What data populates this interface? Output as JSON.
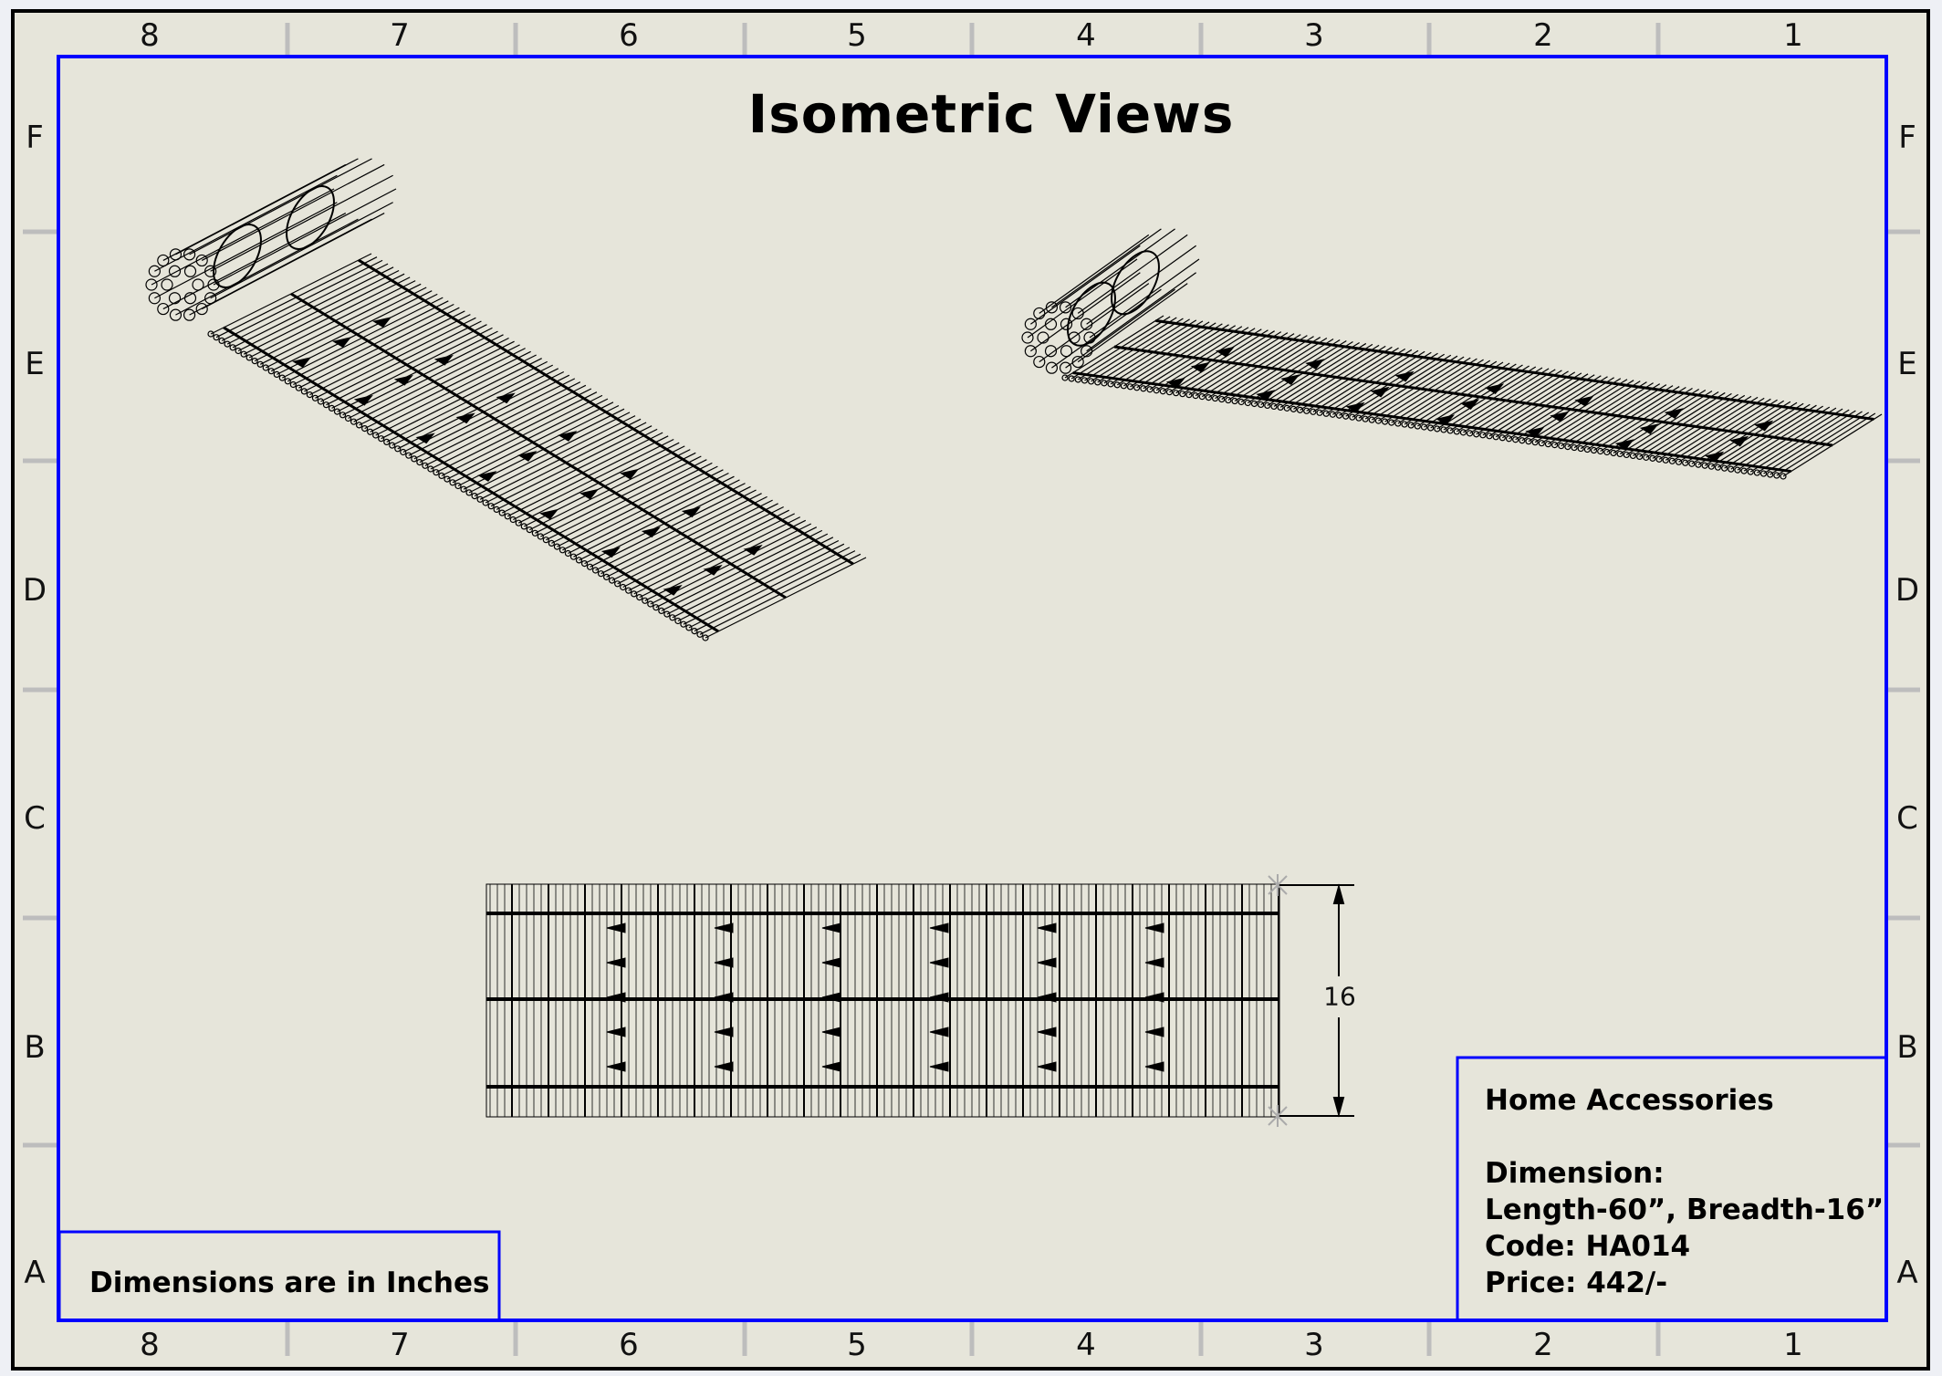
{
  "sheet": {
    "columns": [
      "8",
      "7",
      "6",
      "5",
      "4",
      "3",
      "2",
      "1"
    ],
    "rows": [
      "F",
      "E",
      "D",
      "C",
      "B",
      "A"
    ],
    "colors": {
      "paper": "#e6e5da",
      "border": "#000000",
      "frame": "#0000ff",
      "zone_tick": "#bdbdbd",
      "line": "#000000"
    }
  },
  "title": "Isometric Views",
  "note": "Dimensions are in Inches",
  "title_block": {
    "heading": "Home Accessories",
    "dimension_label": "Dimension:",
    "dimension_value": "Length-60”, Breadth-16”",
    "code": "Code: HA014",
    "price": "Price: 442/-"
  },
  "dimension": {
    "breadth": "16"
  }
}
